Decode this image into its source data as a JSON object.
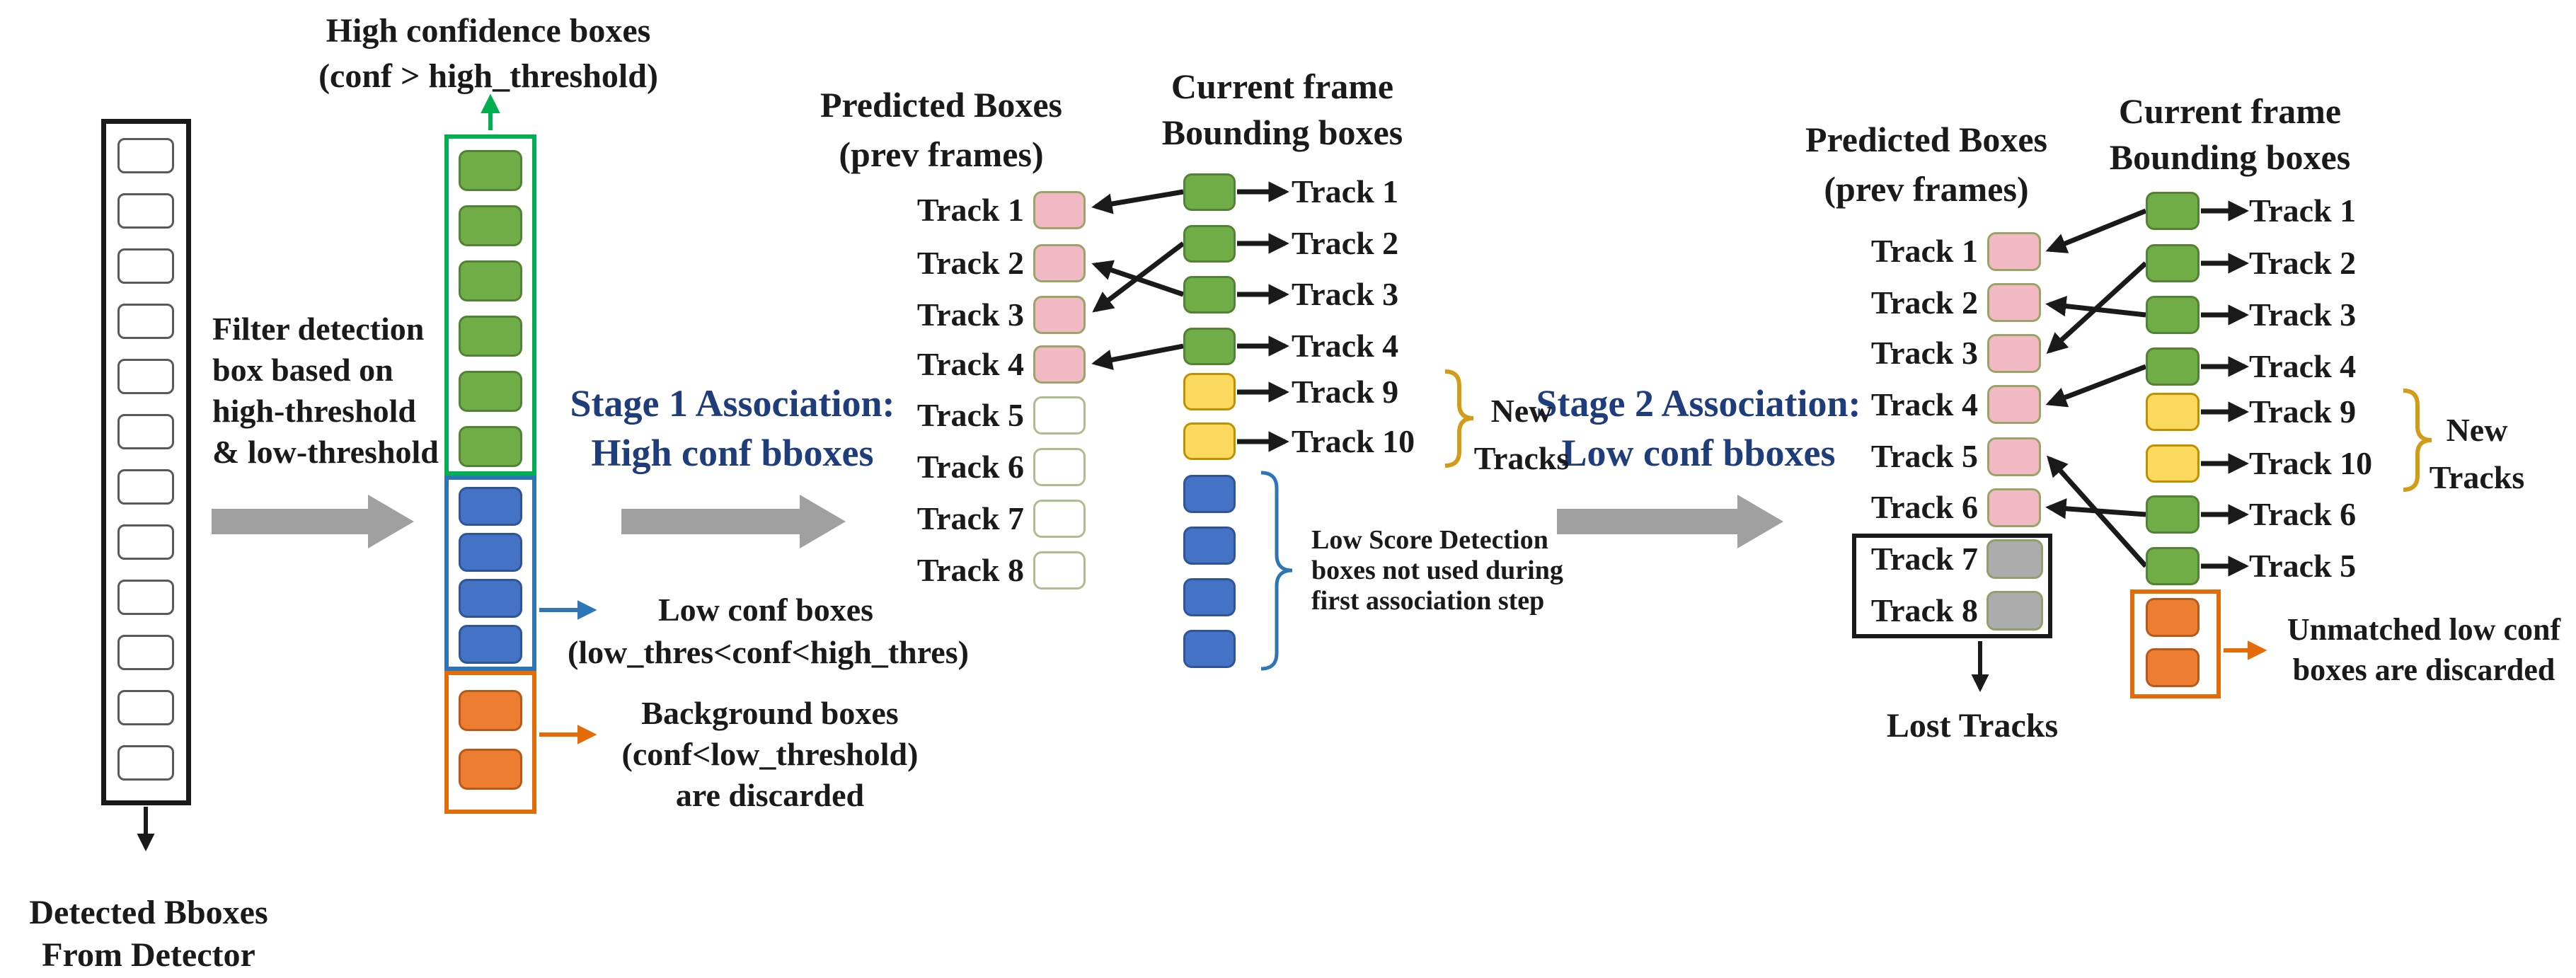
{
  "detector": {
    "label": [
      "Detected Bboxes",
      "From Detector"
    ]
  },
  "filter": {
    "note": [
      "Filter detection",
      "box based on",
      "high-threshold",
      "& low-threshold"
    ],
    "high_label": [
      "High confidence boxes",
      "(conf > high_threshold)"
    ],
    "low_label": [
      "Low conf boxes",
      "(low_thres<conf<high_thres)"
    ],
    "bg_label": [
      "Background boxes",
      "(conf<low_threshold)",
      "are discarded"
    ]
  },
  "stage1": {
    "line1": "Stage 1 Association:",
    "line2": "High conf bboxes"
  },
  "stage2": {
    "line1": "Stage 2 Association:",
    "line2": "Low conf bboxes"
  },
  "assoc1": {
    "pred_header": [
      "Predicted Boxes",
      "(prev frames)"
    ],
    "cur_header": [
      "Current frame",
      "Bounding boxes"
    ],
    "pred_tracks": [
      "Track 1",
      "Track 2",
      "Track 3",
      "Track 4",
      "Track 5",
      "Track 6",
      "Track 7",
      "Track 8"
    ],
    "cur_tracks": [
      "Track 1",
      "Track 2",
      "Track 3",
      "Track 4",
      "Track 9",
      "Track 10"
    ],
    "new_tracks": [
      "New",
      "Tracks"
    ],
    "low_score_note": [
      "Low Score Detection",
      "boxes not used during",
      "first association step"
    ]
  },
  "assoc2": {
    "pred_header": [
      "Predicted Boxes",
      "(prev frames)"
    ],
    "cur_header": [
      "Current frame",
      "Bounding boxes"
    ],
    "pred_tracks": [
      "Track 1",
      "Track 2",
      "Track 3",
      "Track 4",
      "Track 5",
      "Track 6",
      "Track 7",
      "Track 8"
    ],
    "cur_tracks": [
      "Track 1",
      "Track 2",
      "Track 3",
      "Track 4",
      "Track 9",
      "Track 10",
      "Track 6",
      "Track 5"
    ],
    "new_tracks": [
      "New",
      "Tracks"
    ],
    "lost_label": "Lost Tracks",
    "unmatched_note": [
      "Unmatched low conf",
      "boxes are discarded"
    ]
  },
  "colors": {
    "high_conf_box": "#70AD47",
    "low_conf_box": "#4472C4",
    "background_box": "#ED7D31",
    "predicted_box": "#F0B9C3",
    "new_track_box": "#FBD95E",
    "lost_track_box": "#ACACAC",
    "high_outline": "#00B050",
    "low_outline": "#2E75B6",
    "bg_outline": "#E36C09",
    "stage_text": "#1F3D7A",
    "brace_gold": "#D29B18",
    "arrow_gray": "#A0A0A0"
  }
}
